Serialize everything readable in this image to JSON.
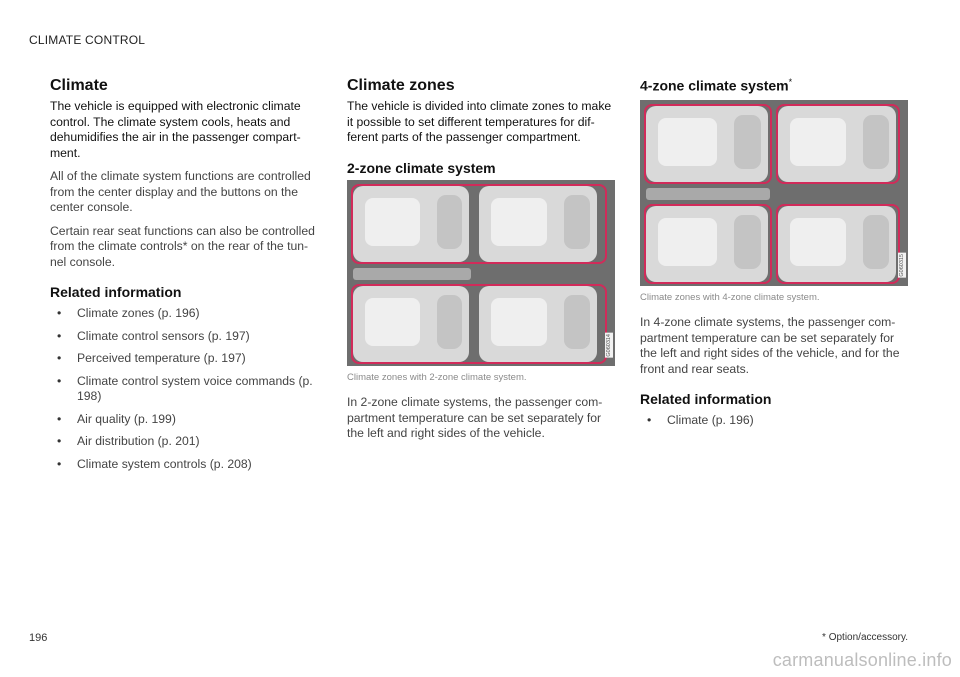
{
  "header": {
    "section": "CLIMATE CONTROL"
  },
  "col1": {
    "title": "Climate",
    "lead": "The vehicle is equipped with electronic climate control. The climate system cools, heats and dehumidifies the air in the passenger compart-ment.",
    "p1": "All of the climate system functions are controlled from the center display and the buttons on the center console.",
    "p2": "Certain rear seat functions can also be controlled from the climate controls* on the rear of the tun-nel console.",
    "related_title": "Related information",
    "related": [
      "Climate zones (p. 196)",
      "Climate control sensors (p. 197)",
      "Perceived temperature (p. 197)",
      "Climate control system voice commands (p. 198)",
      "Air quality (p. 199)",
      "Air distribution (p. 201)",
      "Climate system controls (p. 208)"
    ]
  },
  "col2": {
    "title": "Climate zones",
    "lead": "The vehicle is divided into climate zones to make it possible to set different temperatures for dif-ferent parts of the passenger compartment.",
    "subtitle": "2-zone climate system",
    "figure_code": "G060314",
    "caption": "Climate zones with 2-zone climate system.",
    "body": "In 2-zone climate systems, the passenger com-partment temperature can be set separately for the left and right sides of the vehicle."
  },
  "col3": {
    "title": "4-zone climate system",
    "title_mark": "*",
    "figure_code": "G060315",
    "caption": "Climate zones with 4-zone climate system.",
    "body": "In 4-zone climate systems, the passenger com-partment temperature can be set separately for the left and right sides of the vehicle, and for the front and rear seats.",
    "related_title": "Related information",
    "related": [
      "Climate (p. 196)"
    ]
  },
  "footer": {
    "page_number": "196",
    "footnote": "* Option/accessory.",
    "watermark": "carmanualsonline.info"
  },
  "colors": {
    "zone_outline": "#d12b5a",
    "caption": "#8a8a8a"
  }
}
